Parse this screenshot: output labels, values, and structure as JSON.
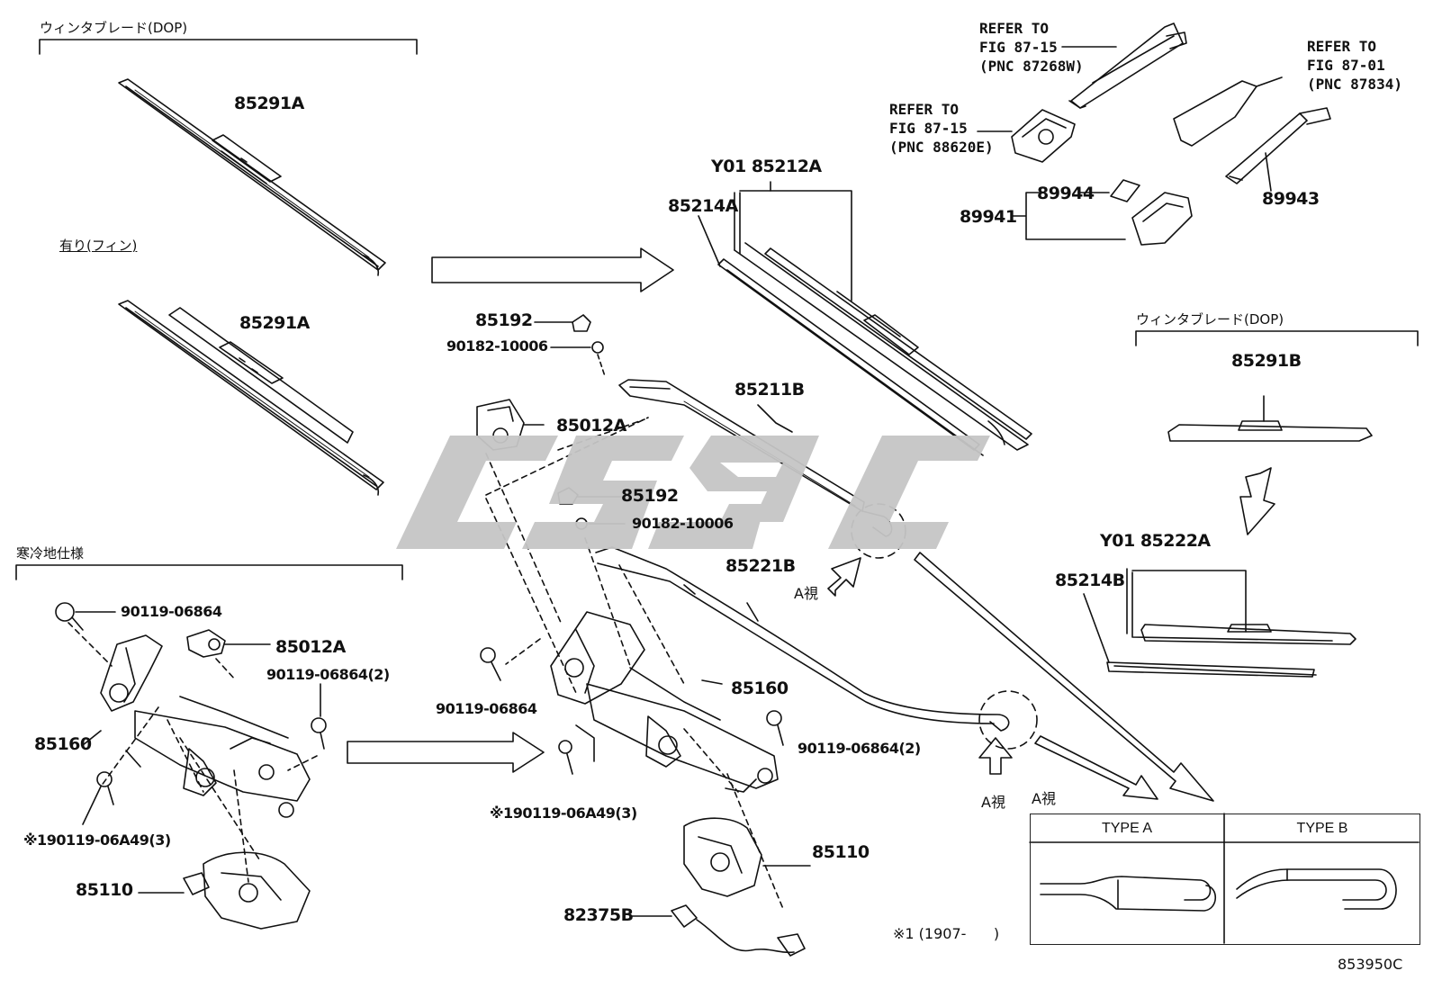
{
  "section_labels": {
    "wiper_blade_dop_left": "ウィンタブレード(DOP)",
    "with_fin": "有り(フィン)",
    "cold_region_spec": "寒冷地仕様",
    "wiper_blade_dop_right": "ウィンタブレード(DOP)"
  },
  "parts": {
    "p85291A_top": "85291A",
    "p85291A_bottom": "85291A",
    "p85212A": "Y01 85212A",
    "p85214A": "85214A",
    "p85192_a": "85192",
    "p90182_a": "90182-10006",
    "p85012A_center": "85012A",
    "p85211B": "85211B",
    "p85192_b": "85192",
    "p90182_b": "90182-10006",
    "p85221B": "85221B",
    "p90119_06864_left_top": "90119-06864",
    "p85012A_left": "85012A",
    "p90119_06864_2_left": "90119-06864(2)",
    "p85160_left": "85160",
    "p90119_06A49_left": "※190119-06A49(3)",
    "p85110_left": "85110",
    "p90119_06864_center": "90119-06864",
    "p85160_center": "85160",
    "p90119_06864_2_center": "90119-06864(2)",
    "p90119_06A49_center": "※190119-06A49(3)",
    "p85110_center": "85110",
    "p82375B": "82375B",
    "p89944": "89944",
    "p89941": "89941",
    "p89943": "89943",
    "p85291B": "85291B",
    "p85222A": "Y01 85222A",
    "p85214B": "85214B"
  },
  "refer": {
    "r1": {
      "line1": "REFER TO",
      "line2": "FIG 87-15",
      "line3": "(PNC 87268W)"
    },
    "r2": {
      "line1": "REFER TO",
      "line2": "FIG 87-15",
      "line3": "(PNC 88620E)"
    },
    "r3": {
      "line1": "REFER TO",
      "line2": "FIG 87-01",
      "line3": "(PNC 87834)"
    }
  },
  "view": {
    "a_view_1": "A視",
    "a_view_2": "A視",
    "a_view_box_title": "A視",
    "type_a": "TYPE A",
    "type_b": "TYPE B"
  },
  "footnote": "※1 (1907-      )",
  "figure_code": "853950C",
  "watermark": "CS9C",
  "colors": {
    "ink": "#111111",
    "watermark": "#c8c8c8"
  }
}
